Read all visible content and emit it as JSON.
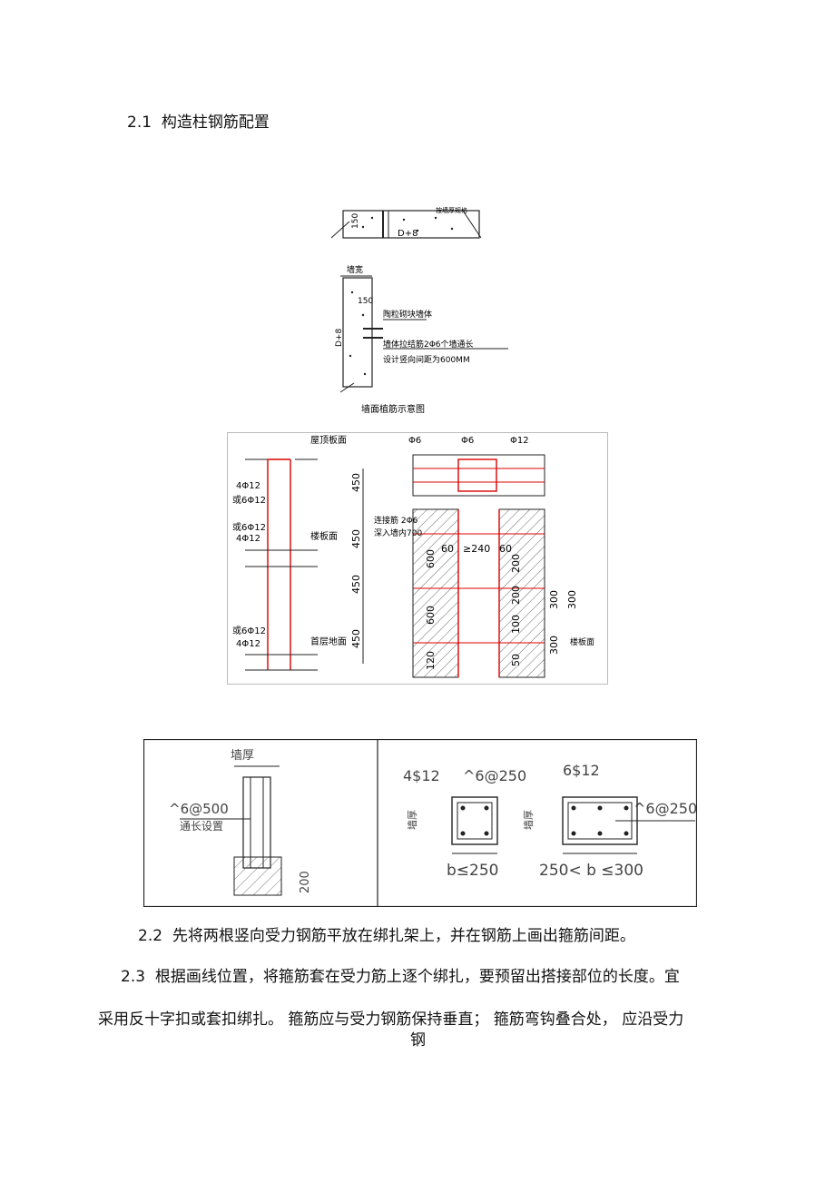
{
  "section_2_1": {
    "number": "2.1",
    "title": "构造柱钢筋配置"
  },
  "fig1": {
    "top_label_right": "按墙厚规格",
    "top_label_bottom": "D+8",
    "top_label_vertical": "150",
    "wall_width": "墙宽",
    "d8": "D+8",
    "l50": "150",
    "block_wall": "陶粒砌块墙体",
    "tie_bar": "墙体拉结筋2Φ6个墙通长",
    "spacing": "设计竖向间距为600MM",
    "caption": "墙面植筋示意图"
  },
  "fig2": {
    "roof": "屋顶板面",
    "floor": "楼板面",
    "ground": "首层地面",
    "r1": "4Φ12",
    "r2": "或6Φ12",
    "r3": "或6Φ12",
    "r4": "4Φ12",
    "r5": "或6Φ12",
    "r6": "4Φ12",
    "d450a": "450",
    "d450b": "450",
    "d450c": "450",
    "d450d": "450",
    "phi6a": "Φ6",
    "phi6b": "Φ6",
    "phi12": "Φ12",
    "conn1": "连接筋 2Φ6",
    "conn2": "深入墙内700",
    "d60a": "60",
    "ge240": "≥240",
    "d60b": "60",
    "d600a": "600",
    "d600b": "600",
    "d200a": "200",
    "d200b": "200",
    "d300a": "300",
    "d300b": "300",
    "d300c": "300",
    "d100": "100",
    "d50": "50",
    "d120": "120",
    "floor2": "楼板面"
  },
  "fig3": {
    "wall_thick": "墙厚",
    "stirrup_a": "^6@500",
    "full_length": "通长设置",
    "d200": "200",
    "bars4": "4$12",
    "stirrup_b": "^6@250",
    "bars6": "6$12",
    "stirrup_c": "^6@250",
    "wall_thick2": "墙厚",
    "wall_thick3": "墙厚",
    "b_le_250": "b≤250",
    "b_range": "250< b ≤300"
  },
  "section_2_2": {
    "number": "2.2",
    "text": "先将两根竖向受力钢筋平放在绑扎架上，并在钢筋上画出箍筋间距。"
  },
  "section_2_3": {
    "number": "2.3",
    "text": "根据画线位置，将箍筋套在受力筋上逐个绑扎，要预留出搭接部位的长度。宜"
  },
  "para_cont": {
    "line1": "采用反十字扣或套扣绑扎。  箍筋应与受力钢筋保持垂直；  箍筋弯钩叠合处，  应沿受力",
    "line2": "钢"
  }
}
